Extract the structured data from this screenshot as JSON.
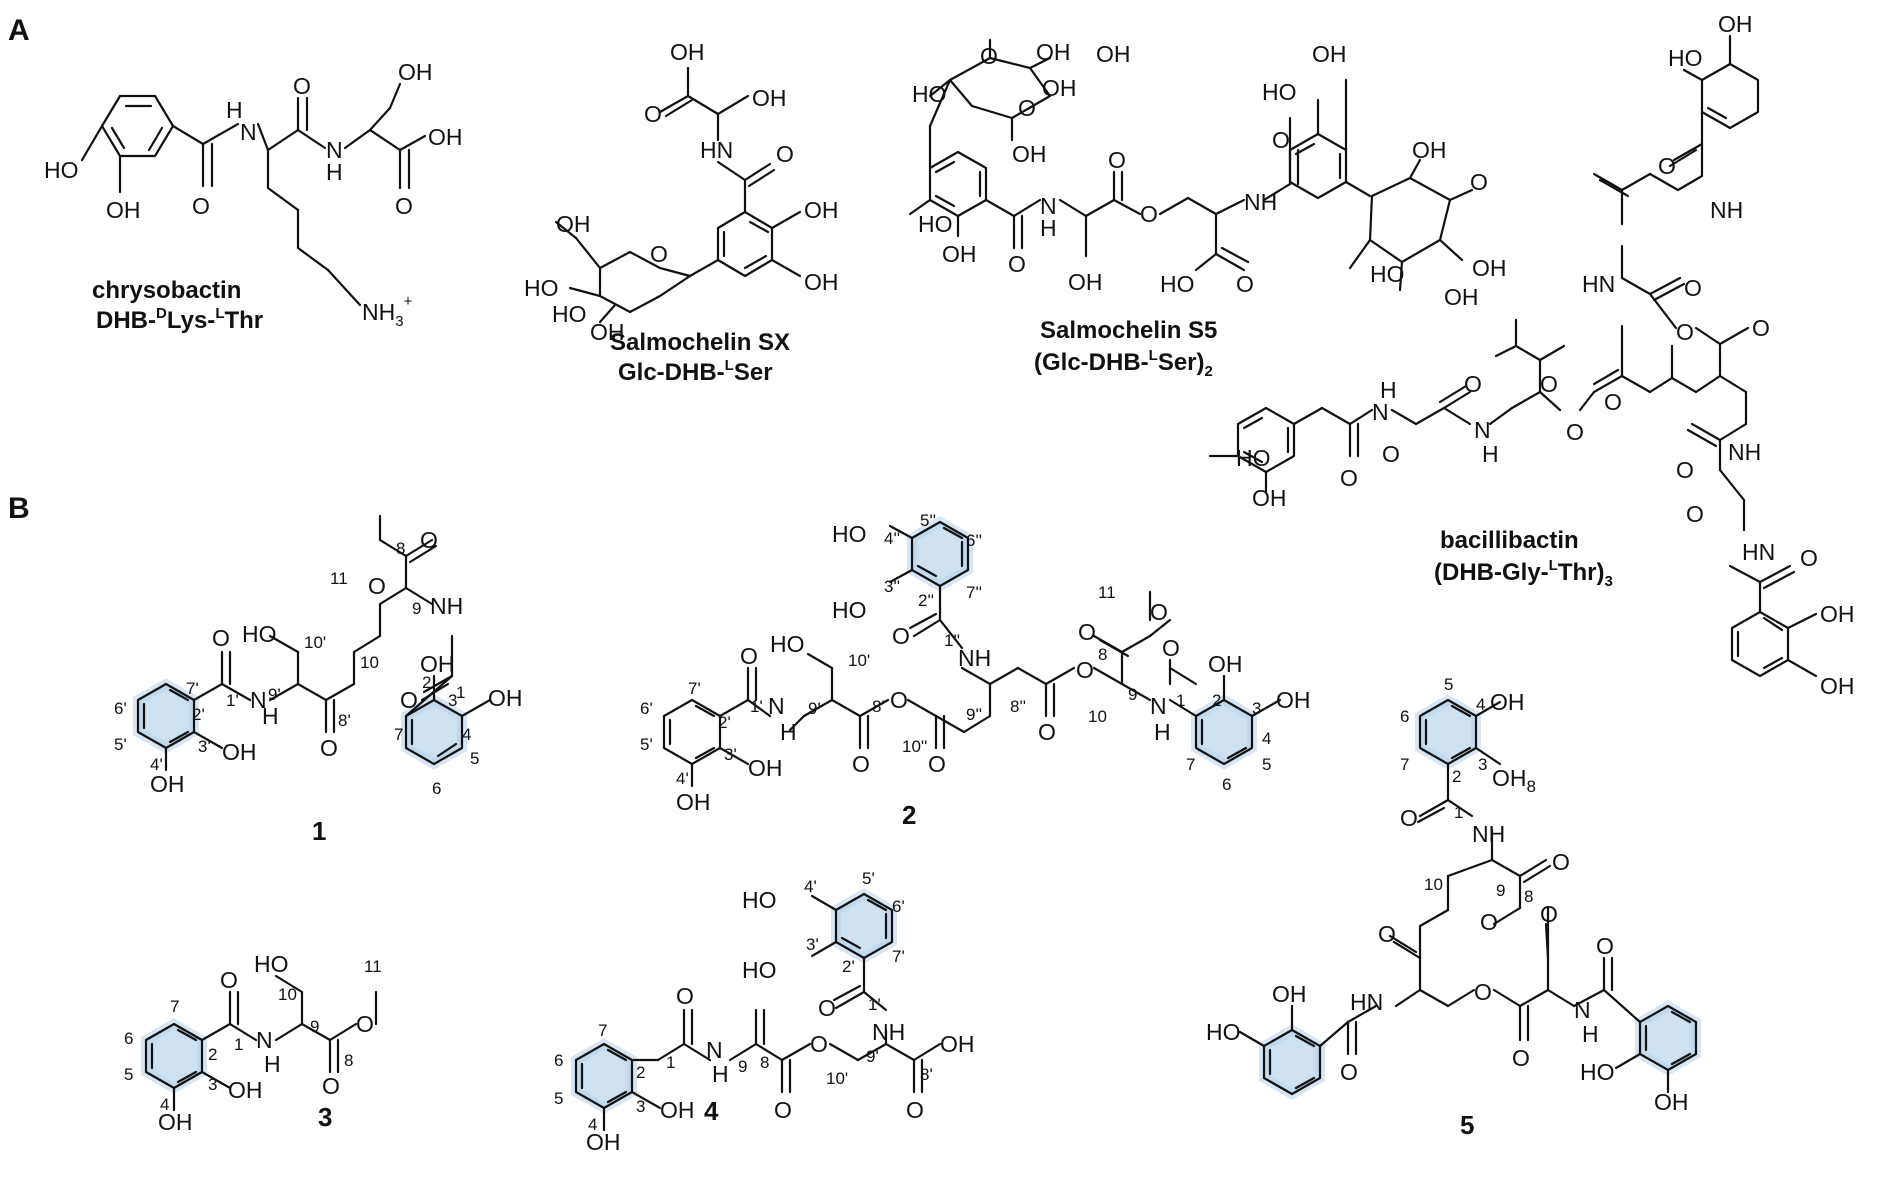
{
  "panels": {
    "a": "A",
    "b": "B"
  },
  "compounds": {
    "chrysobactin": {
      "name": "chrysobactin",
      "formula": "DHB-DLys-LThr",
      "line_parts": [
        "DHB-",
        "D",
        "Lys-",
        "L",
        "Thr"
      ]
    },
    "salmochelin_sx": {
      "name": "Salmochelin SX",
      "line_parts": [
        "Glc-DHB-",
        "L",
        "Ser"
      ]
    },
    "salmochelin_s5": {
      "name": "Salmochelin S5",
      "line_parts": [
        "(Glc-DHB-",
        "L",
        "Ser)",
        "2"
      ]
    },
    "bacillibactin": {
      "name": "bacillibactin",
      "line_parts": [
        "(DHB-Gly-",
        "L",
        "Thr)",
        "3"
      ]
    }
  },
  "compound_numbers": [
    "1",
    "2",
    "3",
    "4",
    "5"
  ],
  "atoms": {
    "OH": "OH",
    "HO": "HO",
    "O": "O",
    "NH": "NH",
    "HN": "HN",
    "N": "N",
    "H": "H",
    "NH3": "NH",
    "sub3": "3",
    "plus": "+",
    "OH8": "OH",
    "sub8": "8"
  },
  "locants": {
    "c1": [
      "11",
      "8",
      "10'",
      "9",
      "9'",
      "10",
      "7'",
      "1'",
      "8'",
      "1",
      "2",
      "3",
      "4",
      "5",
      "6",
      "7",
      "6'",
      "2'",
      "5'",
      "3'",
      "4'"
    ],
    "c2": [
      "5''",
      "4''",
      "6''",
      "3''",
      "7''",
      "2''",
      "1''",
      "11",
      "8",
      "10'",
      "9'",
      "8'",
      "10''",
      "9''",
      "8''",
      "9",
      "10",
      "1",
      "2",
      "3",
      "4",
      "5",
      "6",
      "7",
      "7'",
      "1'",
      "6'",
      "2'",
      "5'",
      "3'",
      "4'"
    ],
    "c3": [
      "10",
      "11",
      "7",
      "9",
      "1",
      "8",
      "6",
      "2",
      "5",
      "3",
      "4"
    ],
    "c4": [
      "4'",
      "5'",
      "6'",
      "3'",
      "7'",
      "2'",
      "1'",
      "9'",
      "8'",
      "10'",
      "8",
      "9",
      "7",
      "1",
      "6",
      "2",
      "5",
      "3",
      "4"
    ],
    "c5": [
      "5",
      "4",
      "6",
      "7",
      "3",
      "2",
      "1",
      "9",
      "10",
      "8"
    ]
  }
}
